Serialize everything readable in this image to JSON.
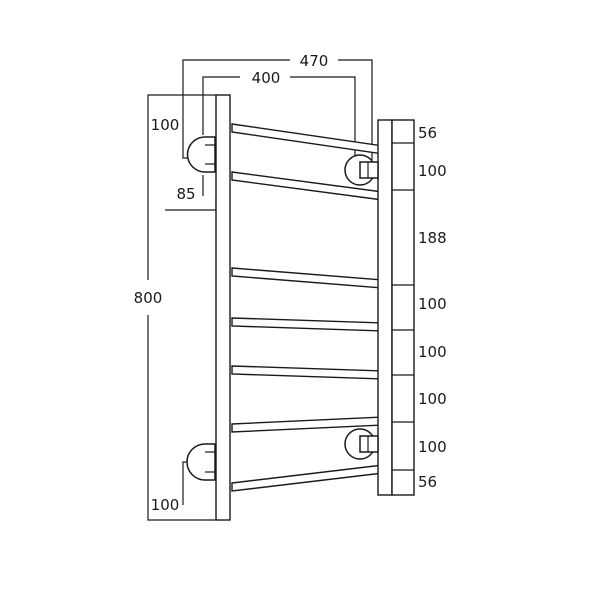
{
  "dimensions": {
    "overall_width": "470",
    "bracket_span": "400",
    "top_bracket_offset": "100",
    "wall_offset": "85",
    "total_height": "800",
    "bottom_bracket_offset": "100"
  },
  "rail_spacing": [
    "56",
    "100",
    "188",
    "100",
    "100",
    "100",
    "100",
    "56"
  ]
}
